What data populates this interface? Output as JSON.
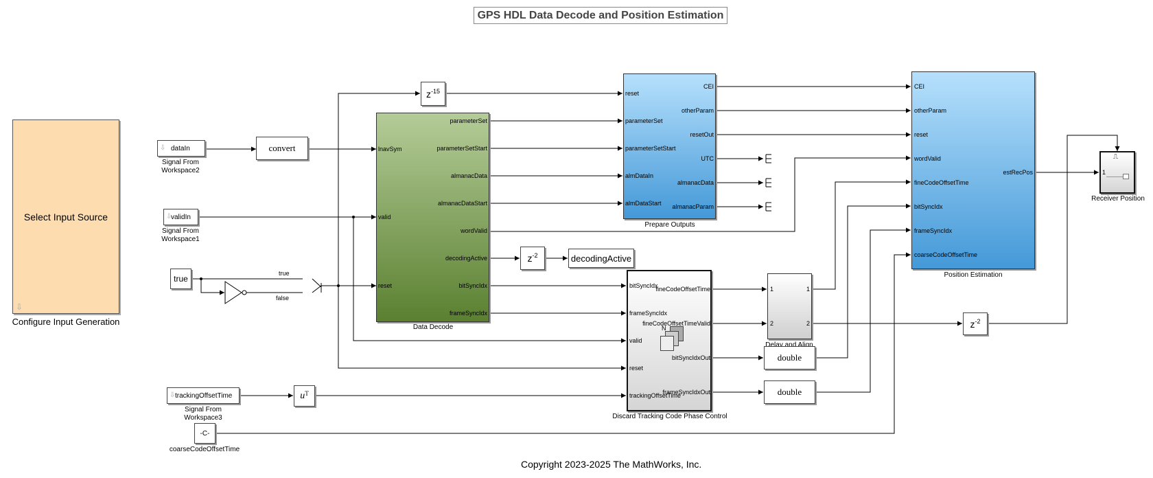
{
  "title": "GPS HDL Data Decode and Position Estimation",
  "copyright": "Copyright 2023-2025 The MathWorks, Inc.",
  "colors": {
    "input_source": "#fddcb0",
    "data_decode_top": "#b4cc98",
    "data_decode_bottom": "#5a8030",
    "blue_top": "#b6e0fc",
    "blue_bottom": "#4499d8",
    "grey_top": "#ffffff",
    "grey_bottom": "#d5d5d5",
    "wire": "#000000"
  },
  "input_source": {
    "label": "Select Input Source",
    "caption": "Configure Input Generation"
  },
  "sources": {
    "dataIn": {
      "label": "dataIn",
      "caption": "Signal From Workspace2"
    },
    "validIn": {
      "label": "validIn",
      "caption": "Signal From Workspace1"
    },
    "tracking": {
      "label": "trackingOffsetTime",
      "caption": "Signal From Workspace3"
    }
  },
  "convert_label": "convert",
  "true_const": "true",
  "switch_labels": {
    "true": "true",
    "false": "false"
  },
  "delay15": {
    "base": "z",
    "exp": "-15"
  },
  "delay2a": {
    "base": "z",
    "exp": "-2"
  },
  "delay2b": {
    "base": "z",
    "exp": "-2"
  },
  "decoding_active": "decodingActive",
  "transpose": {
    "base": "u",
    "exp": "T"
  },
  "const_c": {
    "label": "-C-",
    "caption": "coarseCodeOffsetTime"
  },
  "data_decode": {
    "caption": "Data Decode",
    "inputs": [
      "lnavSym",
      "valid",
      "reset"
    ],
    "outputs": [
      "parameterSet",
      "parameterSetStart",
      "almanacData",
      "almanacDataStart",
      "wordValid",
      "decodingActive",
      "bitSyncIdx",
      "frameSyncIdx"
    ]
  },
  "prepare_outputs": {
    "caption": "Prepare Outputs",
    "inputs": [
      "reset",
      "parameterSet",
      "parameterSetStart",
      "almDataIn",
      "almDataStart"
    ],
    "outputs": [
      "CEI",
      "otherParam",
      "resetOut",
      "UTC",
      "almanacData",
      "almanacParam"
    ]
  },
  "discard": {
    "caption": "Discard Tracking Code Phase Control",
    "inputs": [
      "bitSyncIdx",
      "frameSyncIdx",
      "valid",
      "reset",
      "trackingOffsetTime"
    ],
    "outputs": [
      "fineCodeOffsetTime",
      "fineCodeOffsetTimeValid",
      "bitSyncIdxOut",
      "frameSyncIdxOut"
    ],
    "icon_label": "N"
  },
  "delay_align": {
    "caption": "Delay and Align",
    "inputs": [
      "1",
      "2"
    ],
    "outputs": [
      "1",
      "2"
    ]
  },
  "double1": "double",
  "double2": "double",
  "position_estimation": {
    "caption": "Position Estimation",
    "inputs": [
      "CEI",
      "otherParam",
      "reset",
      "wordValid",
      "fineCodeOffsetTime",
      "bitSyncIdx",
      "frameSyncIdx",
      "coarseCodeOffsetTime"
    ],
    "outputs": [
      "estRecPos"
    ]
  },
  "receiver_position": {
    "caption": "Receiver Position",
    "port": "1"
  }
}
